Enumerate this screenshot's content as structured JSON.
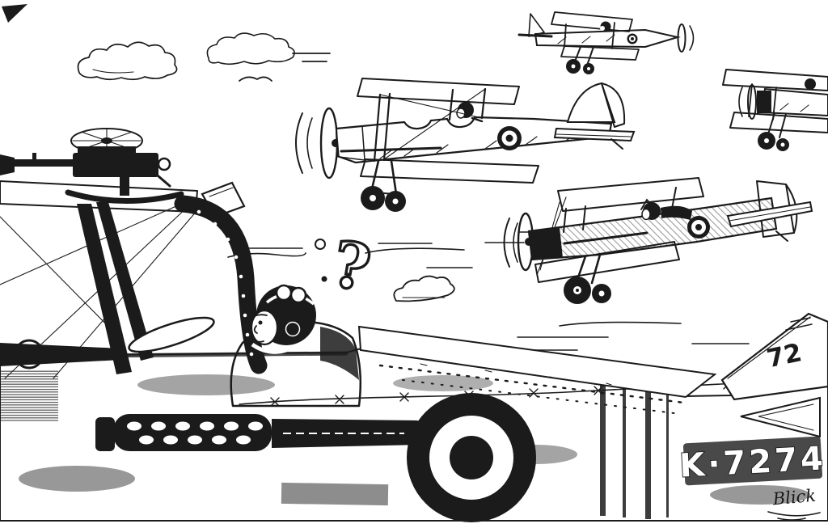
{
  "scene": {
    "ink_color": "#1b1b1b",
    "paper_color": "#ffffff",
    "question_mark": "?",
    "tail_serial": "K·7274",
    "fin_number": "72",
    "signature": "Blick"
  }
}
